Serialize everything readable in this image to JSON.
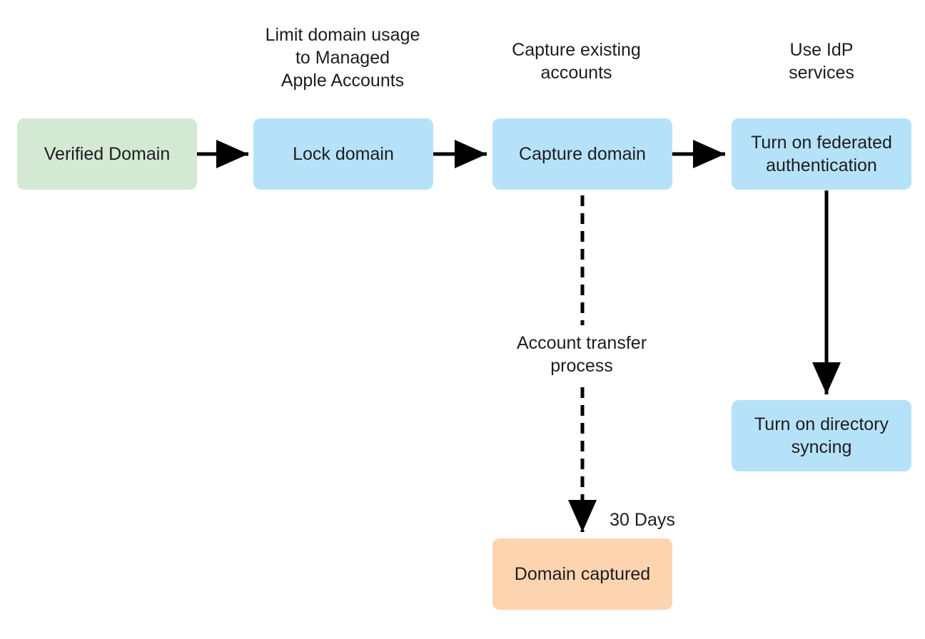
{
  "colors": {
    "verified": "#d3e9d4",
    "step": "#b6e2f9",
    "captured": "#fdd4b0",
    "arrow": "#000000"
  },
  "nodes": {
    "verified_domain": "Verified Domain",
    "lock_domain": "Lock domain",
    "capture_domain": "Capture domain",
    "federated": "Turn on federated\nauthentication",
    "directory": "Turn on directory\nsyncing",
    "captured": "Domain captured"
  },
  "captions": {
    "lock": "Limit domain usage\nto Managed\nApple Accounts",
    "capture": "Capture existing\naccounts",
    "idp": "Use IdP\nservices",
    "transfer": "Account transfer\nprocess",
    "days": "30 Days"
  }
}
